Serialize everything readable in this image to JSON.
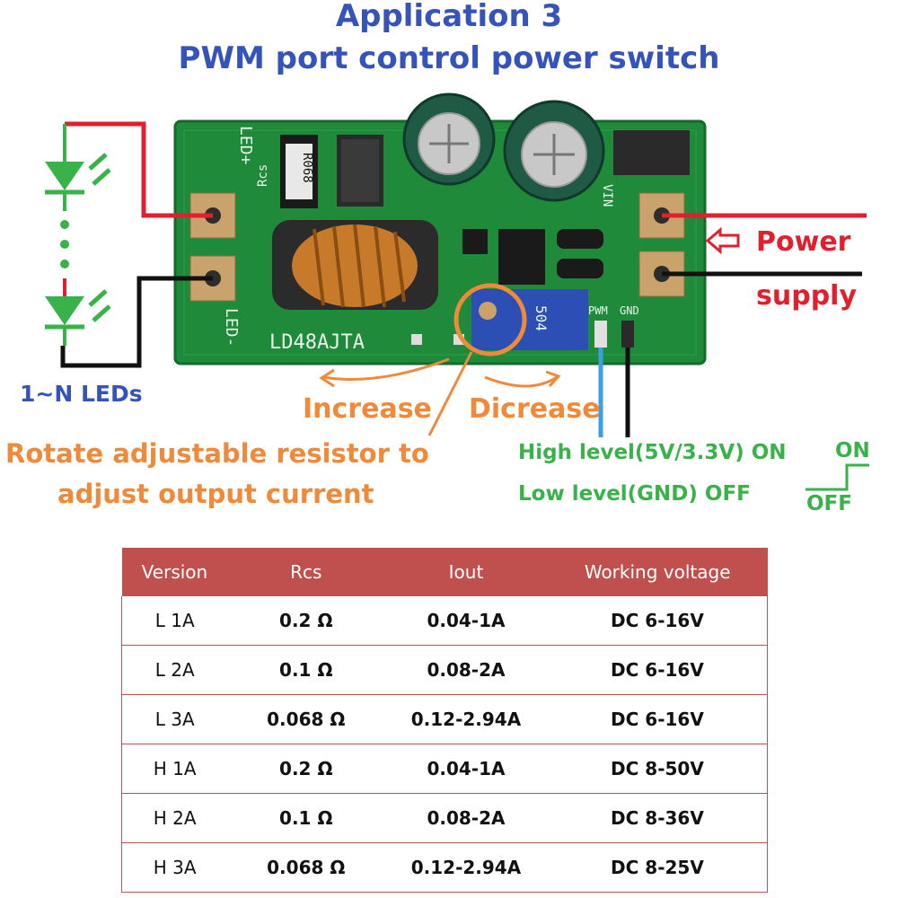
{
  "title": {
    "line1": "Application 3",
    "line2": "PWM port control power switch"
  },
  "board": {
    "model": "LD48AJTA",
    "led_plus": "LED+",
    "led_minus": "LED-",
    "rcs_label": "Rcs",
    "resistor_code": "R068",
    "pot_code": "504",
    "pwm_pin": "PWM",
    "gnd_pin": "GND",
    "vin_label": "VIN"
  },
  "labels": {
    "leds": "1~N LEDs",
    "power_line1": "Power",
    "power_line2": "supply",
    "increase": "Increase",
    "decrease": "Dicrease",
    "rotate_line1": "Rotate adjustable resistor to",
    "rotate_line2": "adjust output current",
    "high_level": "High level(5V/3.3V) ON",
    "low_level": "Low level(GND) OFF",
    "on": "ON",
    "off": "OFF"
  },
  "colors": {
    "title": "#3553b8",
    "orange": "#ee8a3a",
    "green": "#39b24a",
    "red": "#e0202e",
    "table_header": "#c0504d",
    "pcb": "#1f8a3a"
  },
  "table": {
    "headers": [
      "Version",
      "Rcs",
      "Iout",
      "Working voltage"
    ],
    "rows": [
      [
        "L 1A",
        "0.2 Ω",
        "0.04-1A",
        "DC 6-16V"
      ],
      [
        "L 2A",
        "0.1 Ω",
        "0.08-2A",
        "DC 6-16V"
      ],
      [
        "L 3A",
        "0.068 Ω",
        "0.12-2.94A",
        "DC 6-16V"
      ],
      [
        "H 1A",
        "0.2 Ω",
        "0.04-1A",
        "DC 8-50V"
      ],
      [
        "H 2A",
        "0.1 Ω",
        "0.08-2A",
        "DC 8-36V"
      ],
      [
        "H 3A",
        "0.068 Ω",
        "0.12-2.94A",
        "DC 8-25V"
      ]
    ]
  }
}
